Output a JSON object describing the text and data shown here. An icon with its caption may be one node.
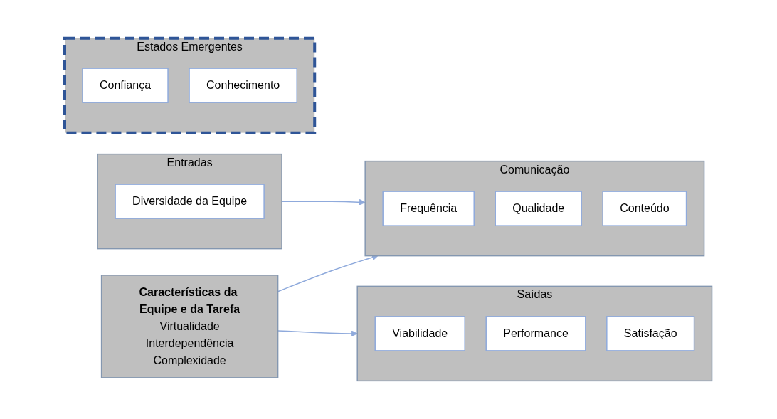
{
  "diagram": {
    "nodes": [
      {
        "text": [
          "Características da Equipe e da Tarefa",
          "Virtualidade",
          "Interdependência",
          "Complexidade"
        ]
      },
      {
        "text": [
          "Entradas"
        ]
      },
      {
        "text": [
          "Diversidade da Equipe"
        ],
        "in": 1
      },
      {
        "text": [
          "Comunicação"
        ]
      },
      {
        "text": [
          "Frequência"
        ],
        "in": 3
      },
      {
        "text": [
          "Qualidade"
        ],
        "in": 3
      },
      {
        "text": [
          "Conteúdo"
        ],
        "in": 3
      },
      {
        "text": [
          "Estados Emergentes"
        ]
      },
      {
        "text": [
          "Confiança"
        ],
        "in": 7
      },
      {
        "text": [
          "Conhecimento"
        ],
        "in": 7
      },
      {
        "text": [
          "Saídas"
        ]
      },
      {
        "text": [
          "Viabilidade"
        ],
        "in": 10
      },
      {
        "text": [
          "Performance"
        ],
        "in": 10
      },
      {
        "text": [
          "Satisfação"
        ],
        "in": 10
      }
    ],
    "edges": [
      {
        "from": 0,
        "to": 3,
        "arrow": "to"
      },
      {
        "from": 0,
        "to": 10,
        "arrow": "to"
      },
      {
        "from": 1,
        "to": 3,
        "arrow": "to"
      }
    ]
  }
}
